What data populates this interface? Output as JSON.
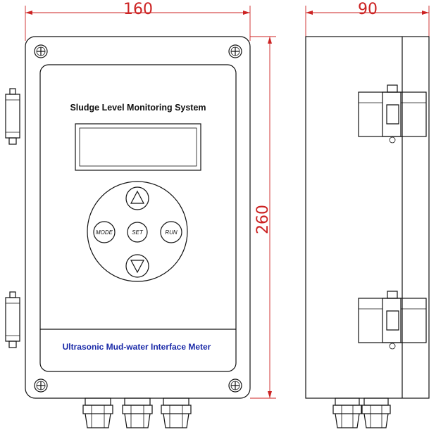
{
  "dimensions": {
    "width_front": "160",
    "depth_side": "90",
    "height": "260"
  },
  "panel": {
    "title": "Sludge Level Monitoring System",
    "footer": "Ultrasonic Mud-water Interface Meter"
  },
  "keypad": {
    "mode_label": "MODE",
    "set_label": "SET",
    "run_label": "RUN"
  },
  "colors": {
    "dimension": "#cc2222",
    "footer_text": "#1a2aa8",
    "outline": "#111111"
  }
}
